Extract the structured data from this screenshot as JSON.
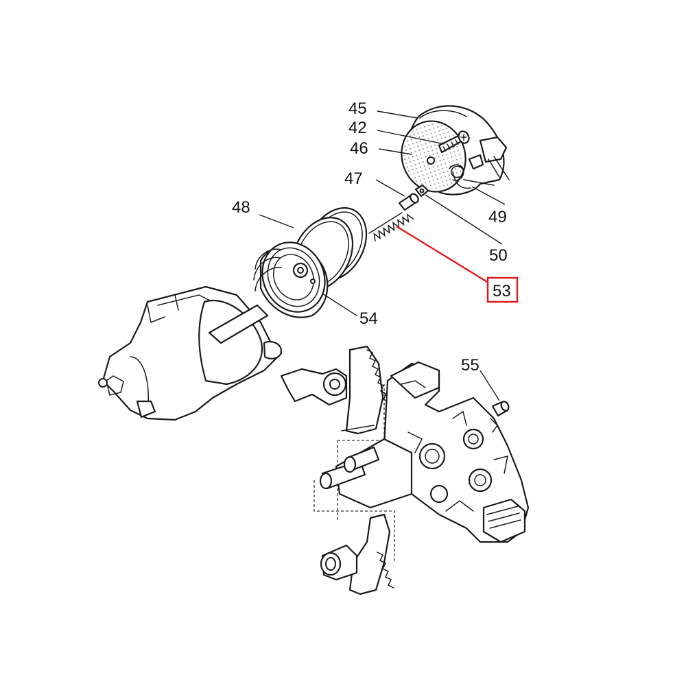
{
  "callouts": {
    "c45": "45",
    "c42": "42",
    "c46": "46",
    "c47": "47",
    "c48": "48",
    "c49": "49",
    "c50": "50",
    "c53": "53",
    "c54": "54",
    "c55": "55"
  },
  "highlight": {
    "callout": "53",
    "color": "#e0171c"
  }
}
